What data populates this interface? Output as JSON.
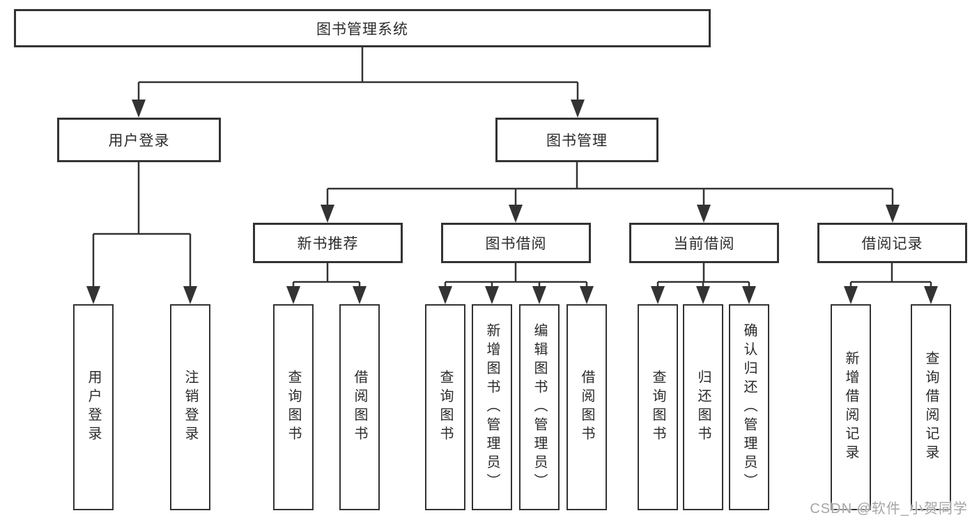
{
  "diagram": {
    "root": {
      "label": "图书管理系统"
    },
    "level2": [
      {
        "label": "用户登录",
        "children": [
          {
            "label": "用户登录"
          },
          {
            "label": "注销登录"
          }
        ]
      },
      {
        "label": "图书管理",
        "children": [
          {
            "label": "新书推荐",
            "children": [
              {
                "label": "查询图书"
              },
              {
                "label": "借阅图书"
              }
            ]
          },
          {
            "label": "图书借阅",
            "children": [
              {
                "label": "查询图书"
              },
              {
                "label": "新增图书（管理员）"
              },
              {
                "label": "编辑图书（管理员）"
              },
              {
                "label": "借阅图书"
              }
            ]
          },
          {
            "label": "当前借阅",
            "children": [
              {
                "label": "查询图书"
              },
              {
                "label": "归还图书"
              },
              {
                "label": "确认归还（管理员）"
              }
            ]
          },
          {
            "label": "借阅记录",
            "children": [
              {
                "label": "新增借阅记录"
              },
              {
                "label": "查询借阅记录"
              }
            ]
          }
        ]
      }
    ]
  },
  "watermark": {
    "text": "CSDN @软件_小贺同学"
  },
  "colors": {
    "line": "#333333",
    "box_border": "#333333",
    "text": "#2b2b2b",
    "background": "#ffffff",
    "watermark": "#a5a5a5"
  }
}
